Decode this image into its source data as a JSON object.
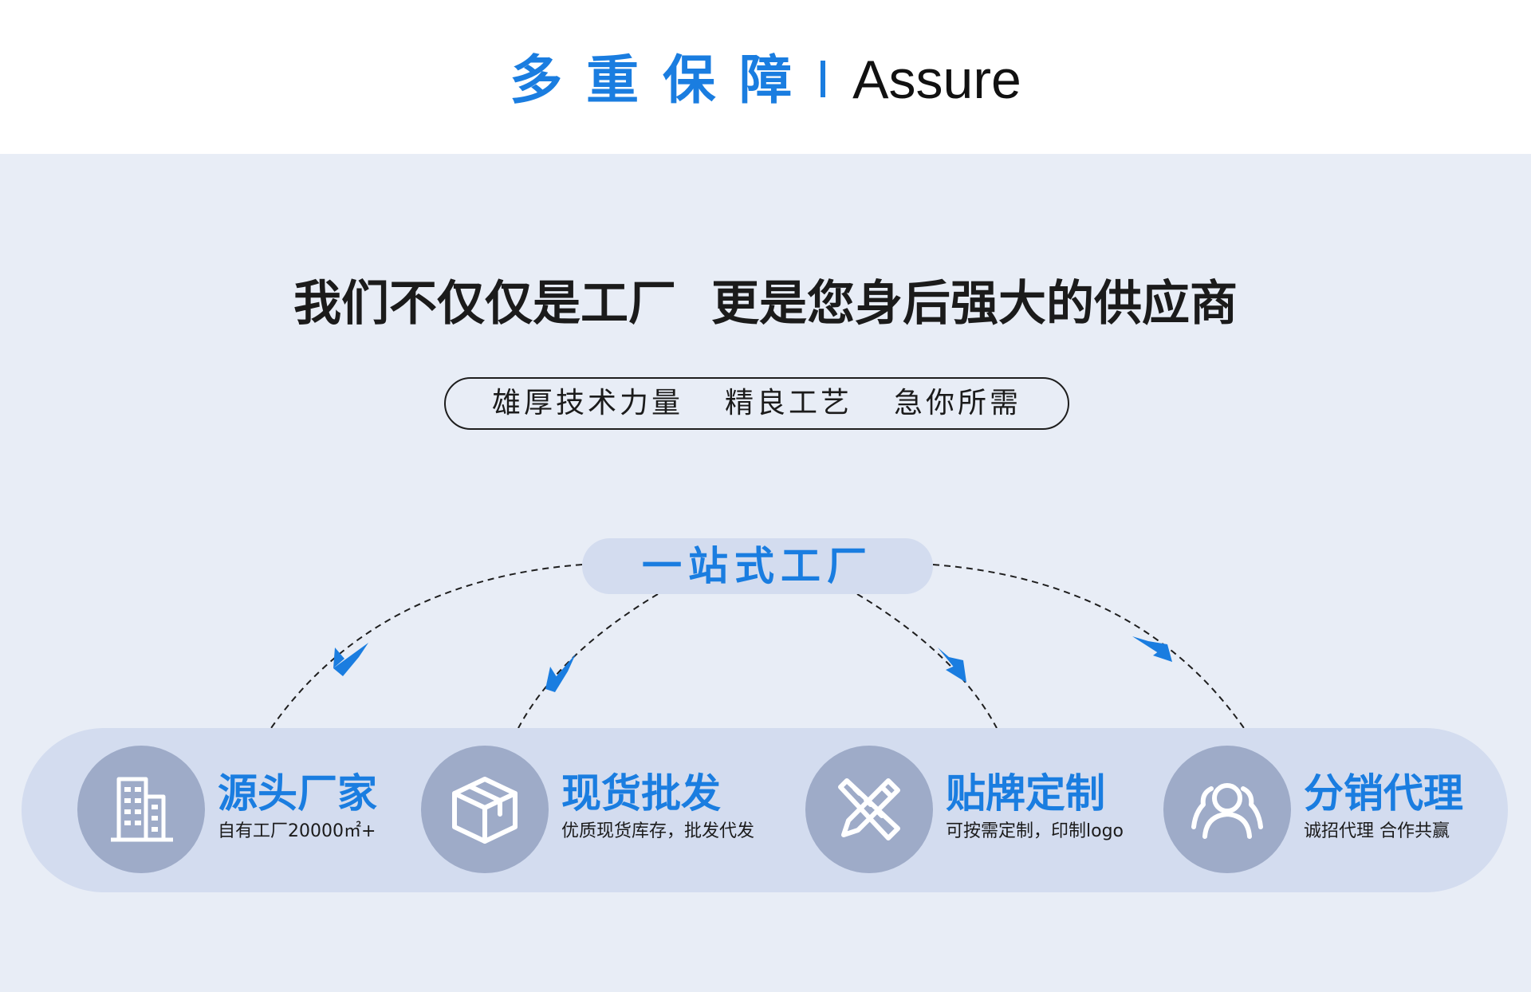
{
  "header": {
    "title_cn": "多重保障",
    "title_en": "Assure"
  },
  "main": {
    "title_part1": "我们不仅仅是工厂",
    "title_part2": "更是您身后强大的供应商",
    "taglines": [
      "雄厚技术力量",
      "精良工艺",
      "急你所需"
    ],
    "center_label": "一站式工厂"
  },
  "features": [
    {
      "icon": "building-icon",
      "title": "源头厂家",
      "desc": "自有工厂20000㎡+"
    },
    {
      "icon": "package-box-icon",
      "title": "现货批发",
      "desc": "优质现货库存，批发代发"
    },
    {
      "icon": "pencil-ruler-icon",
      "title": "贴牌定制",
      "desc": "可按需定制，印制logo"
    },
    {
      "icon": "users-group-icon",
      "title": "分销代理",
      "desc": "诚招代理 合作共赢"
    }
  ],
  "colors": {
    "accent": "#1a7de0",
    "background": "#e8edf6",
    "band": "#d3dcef",
    "icon_circle": "#9eabc8"
  }
}
